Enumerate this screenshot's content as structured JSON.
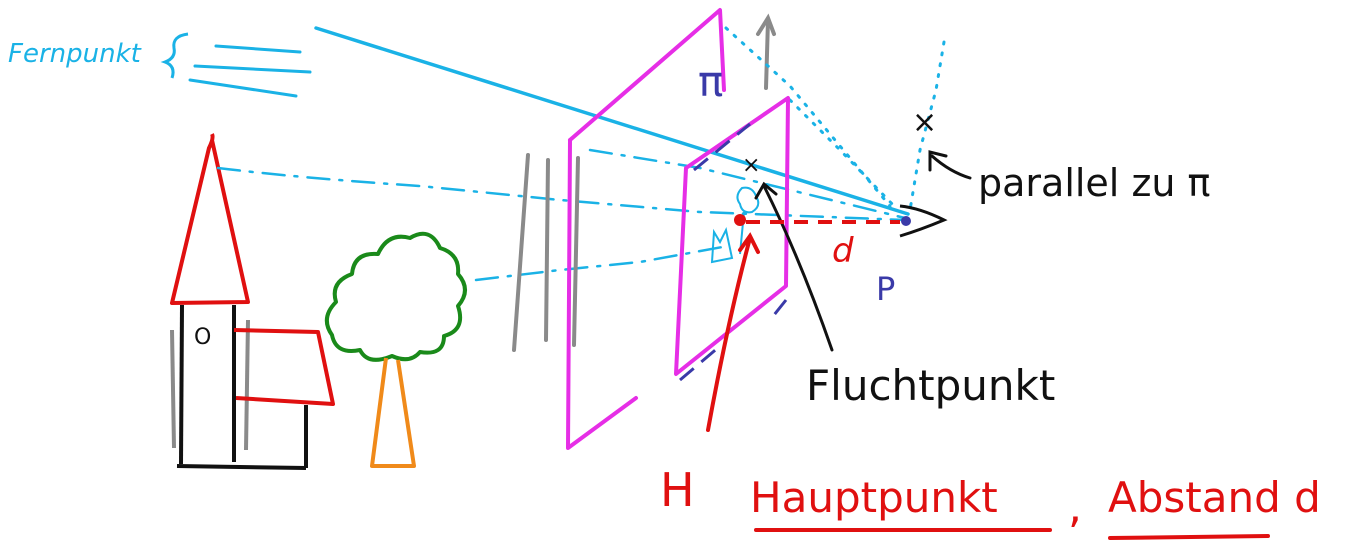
{
  "labels": {
    "fernpunkt": "Fernpunkt",
    "pi_plane": "π",
    "parallel": "parallel zu π",
    "d_label": "d",
    "p_label": "P",
    "fluchtpunkt": "Fluchtpunkt",
    "h_label": "H",
    "hauptpunkt": "Hauptpunkt",
    "comma": ",",
    "abstand": "Abstand d",
    "window_o": "O",
    "x_mark": "×"
  },
  "colors": {
    "cyan": "#1ab2e6",
    "magenta": "#e62ee6",
    "red": "#e01010",
    "green": "#1a8a1a",
    "orange": "#f08a1a",
    "gray": "#8a8a8a",
    "dark_blue": "#3a3aa8",
    "black": "#111111"
  }
}
